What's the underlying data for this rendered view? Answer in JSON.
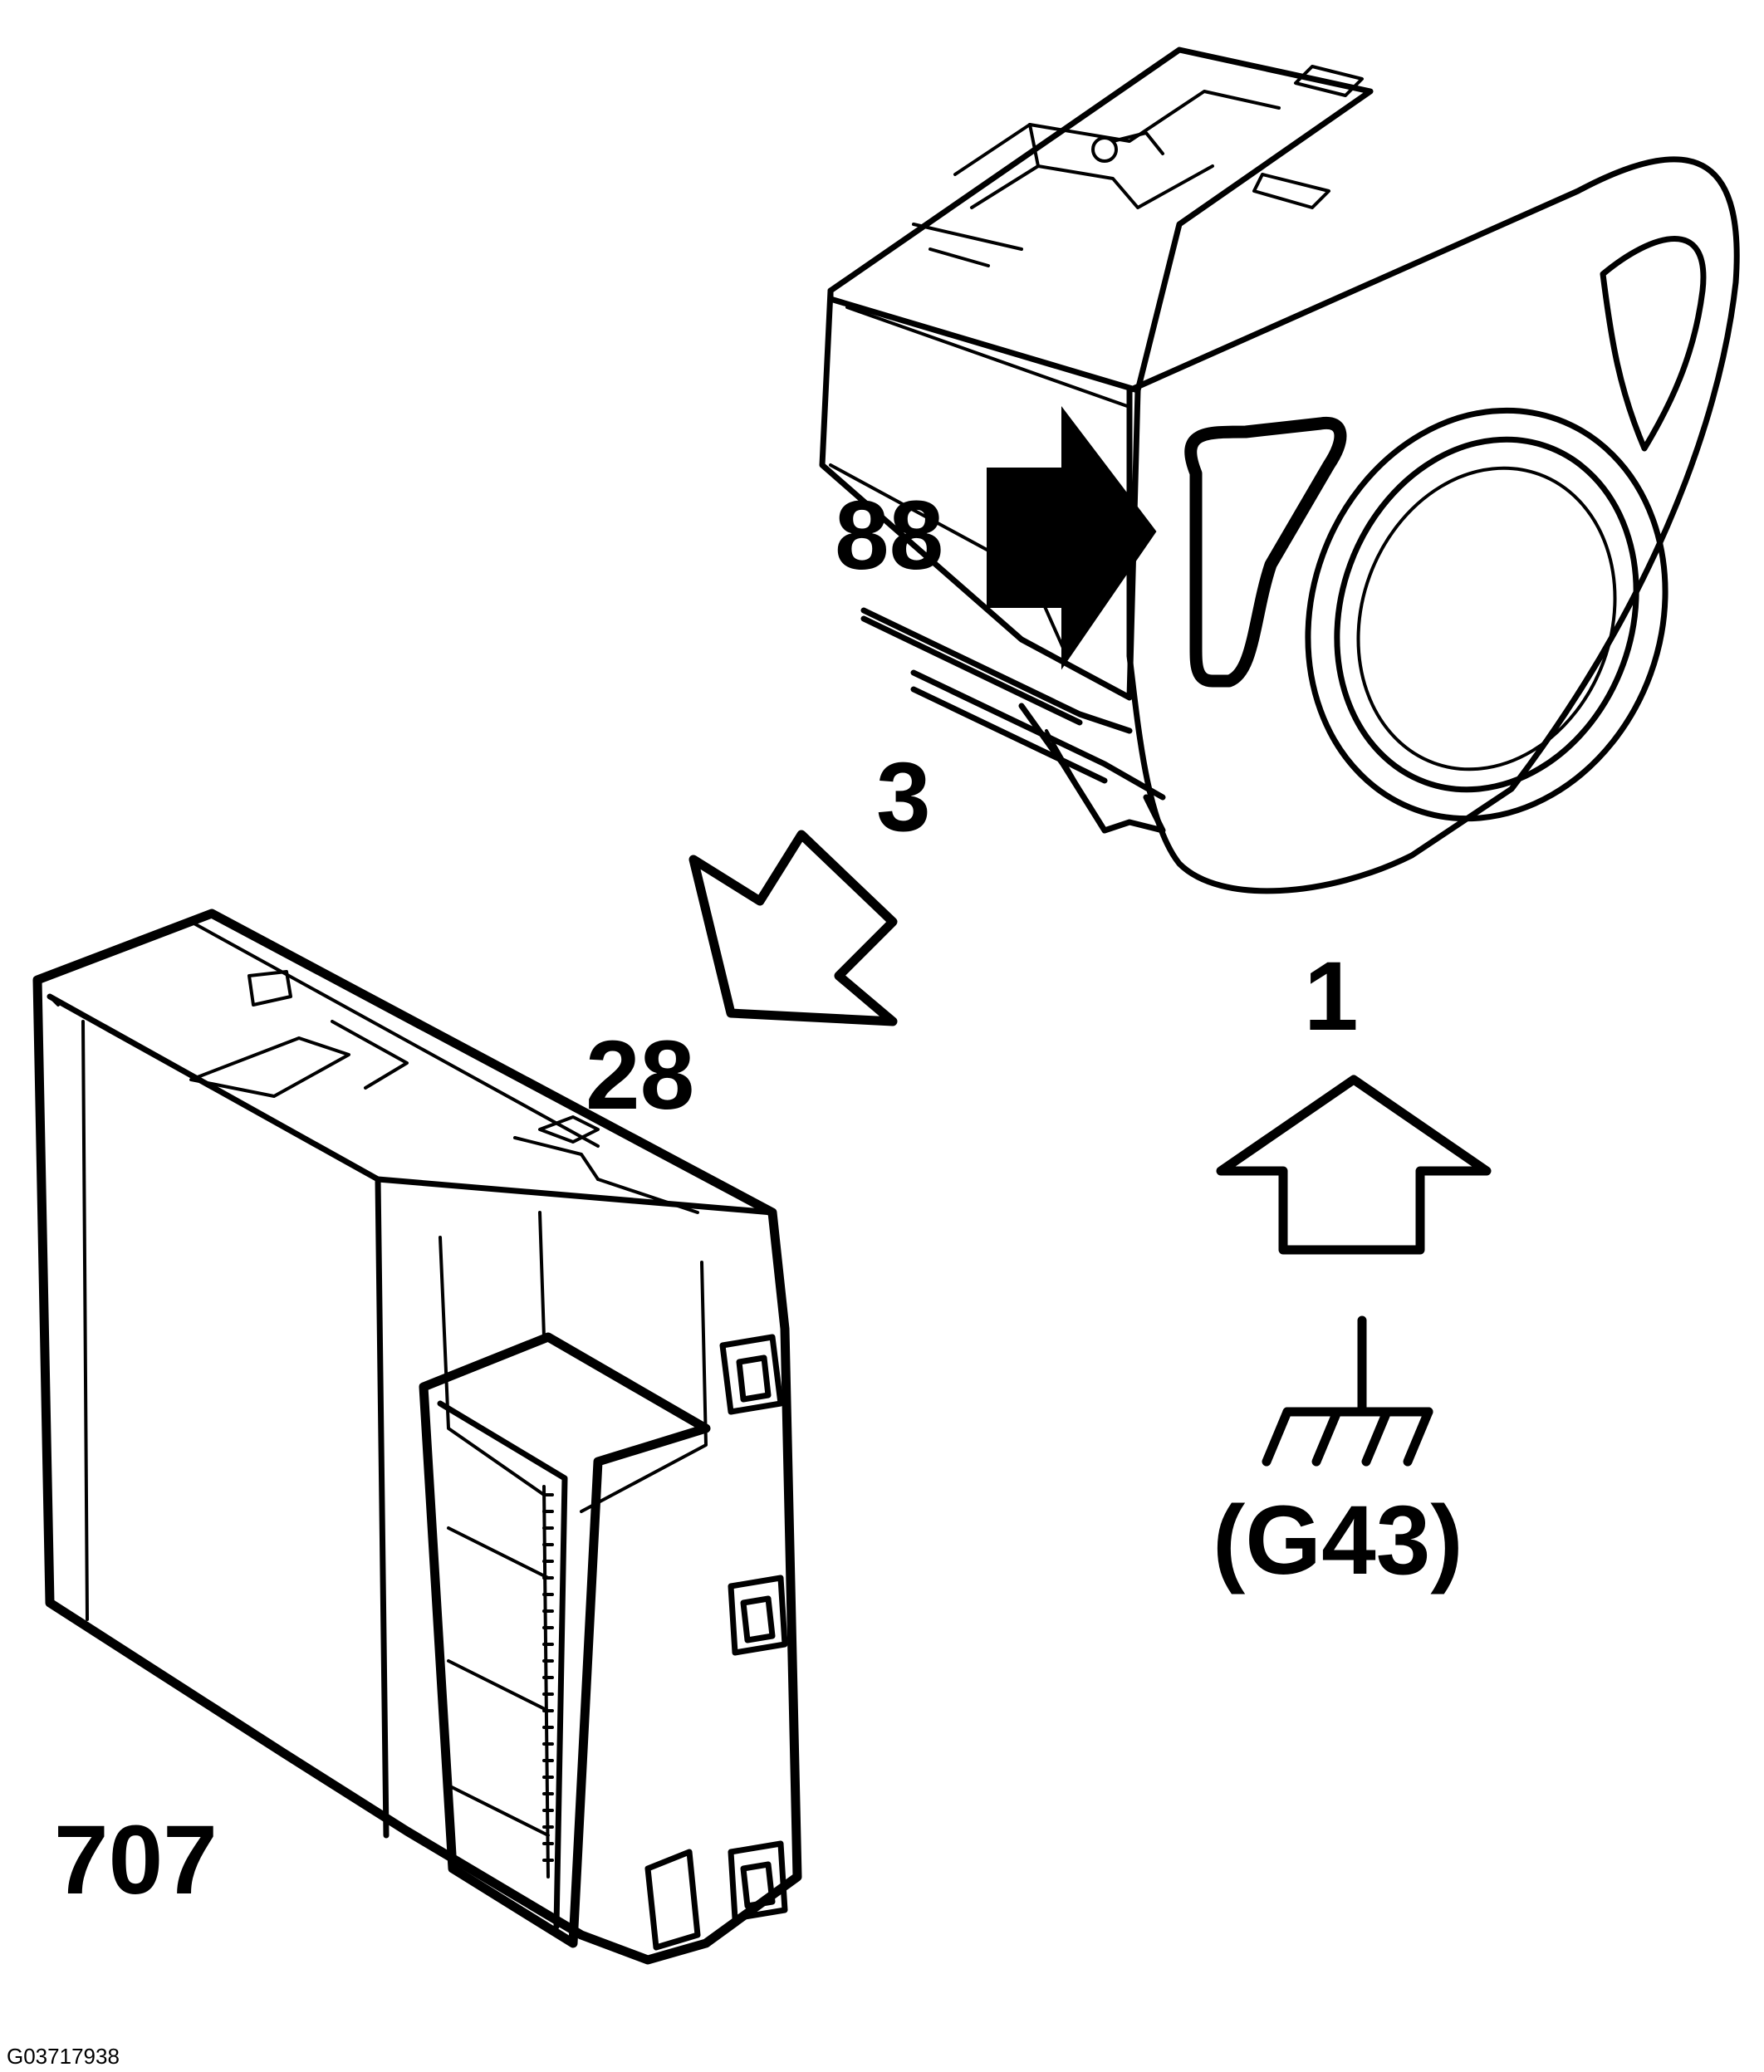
{
  "callouts": {
    "switch": "88",
    "arrow_center": "3",
    "connector": "28",
    "ground_pin": "1",
    "ground_point": "(G43)",
    "module": "707"
  },
  "figure_id": "G03717938"
}
